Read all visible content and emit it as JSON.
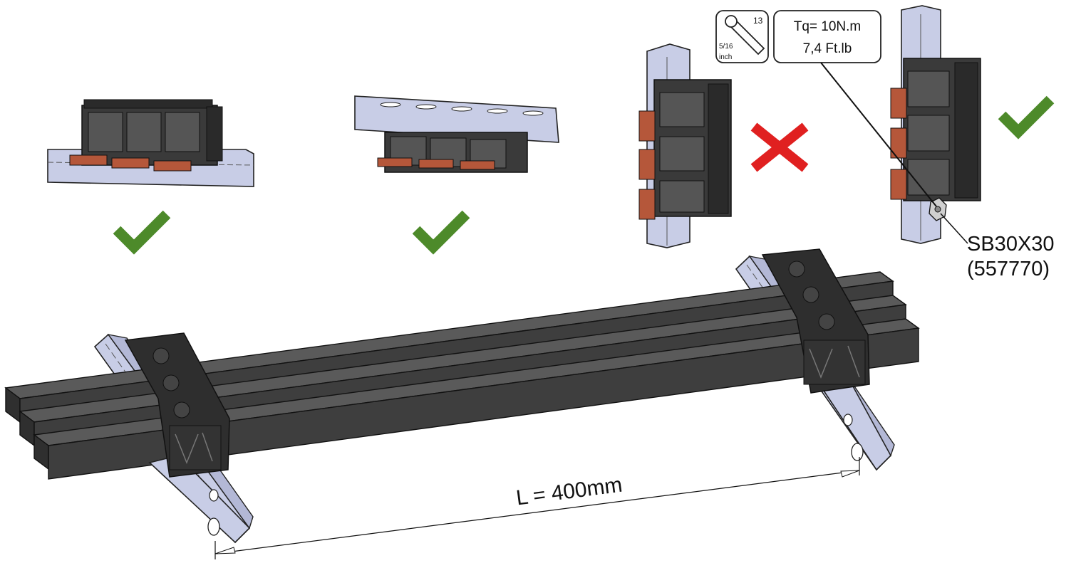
{
  "wrench": {
    "size_top": "13",
    "size_bottom_line1": "5/16",
    "size_bottom_line2": "inch"
  },
  "torque": {
    "line1": "Tq= 10N.m",
    "line2": "7,4 Ft.lb"
  },
  "part_ref": {
    "code": "SB30X30",
    "number": "(557770)"
  },
  "dimension": {
    "label": "L = 400mm"
  },
  "status": {
    "ok": [
      "check",
      "check",
      "check"
    ],
    "not_ok": [
      "cross"
    ]
  },
  "colors": {
    "check_green": "#4d8a2a",
    "cross_red": "#e02020",
    "busbar_dark": "#3d3d3d",
    "copper": "#b5573a",
    "rail_blue": "#c8cde6"
  }
}
